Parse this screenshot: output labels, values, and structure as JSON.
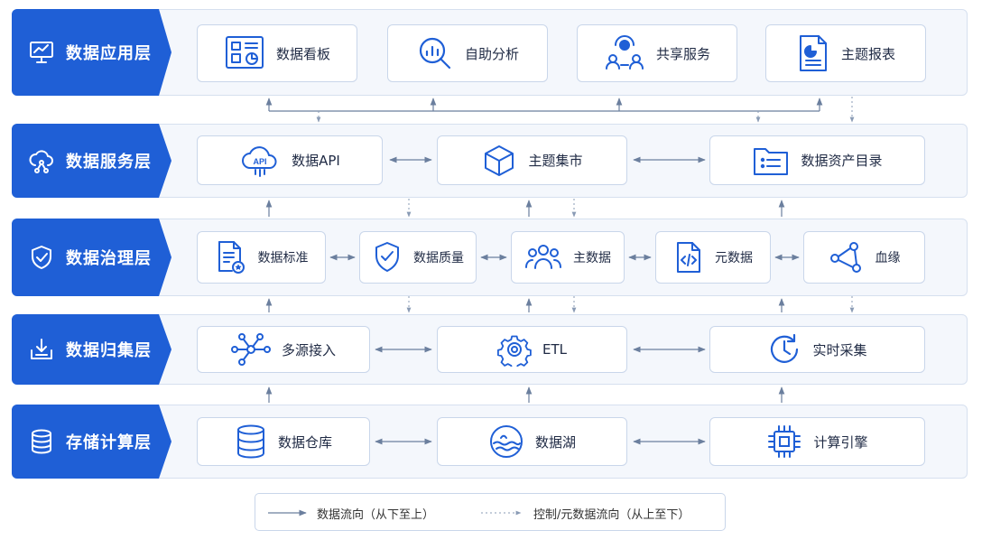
{
  "colors": {
    "accent": "#1f5fd6",
    "panel": "#f4f7fc",
    "border": "#c9d6ea",
    "arrow": "#6b7f9e"
  },
  "layers": [
    {
      "title": "数据应用层",
      "icon": "monitor-chart-icon",
      "items": [
        {
          "label": "数据看板",
          "icon": "dashboard-icon"
        },
        {
          "label": "自助分析",
          "icon": "magnifier-chart-icon"
        },
        {
          "label": "共享服务",
          "icon": "users-share-icon"
        },
        {
          "label": "主题报表",
          "icon": "report-document-icon"
        }
      ]
    },
    {
      "title": "数据服务层",
      "icon": "cloud-network-icon",
      "items": [
        {
          "label": "数据API",
          "icon": "cloud-api-icon"
        },
        {
          "label": "主题集市",
          "icon": "cube-icon"
        },
        {
          "label": "数据资产目录",
          "icon": "folder-list-icon"
        }
      ]
    },
    {
      "title": "数据治理层",
      "icon": "shield-check-icon",
      "items": [
        {
          "label": "数据标准",
          "icon": "document-badge-icon"
        },
        {
          "label": "数据质量",
          "icon": "shield-check-icon"
        },
        {
          "label": "主数据",
          "icon": "user-group-icon"
        },
        {
          "label": "元数据",
          "icon": "code-file-icon"
        },
        {
          "label": "血缘",
          "icon": "share-nodes-icon"
        }
      ]
    },
    {
      "title": "数据归集层",
      "icon": "download-tray-icon",
      "items": [
        {
          "label": "多源接入",
          "icon": "network-nodes-icon"
        },
        {
          "label": "ETL",
          "icon": "gear-icon"
        },
        {
          "label": "实时采集",
          "icon": "clock-refresh-icon"
        }
      ]
    },
    {
      "title": "存储计算层",
      "icon": "database-icon",
      "items": [
        {
          "label": "数据仓库",
          "icon": "database-icon"
        },
        {
          "label": "数据湖",
          "icon": "lake-wave-icon"
        },
        {
          "label": "计算引擎",
          "icon": "cpu-chip-icon"
        }
      ]
    }
  ],
  "legend": {
    "solid_label": "数据流向（从下至上）",
    "dashed_label": "控制/元数据流向（从上至下）"
  }
}
